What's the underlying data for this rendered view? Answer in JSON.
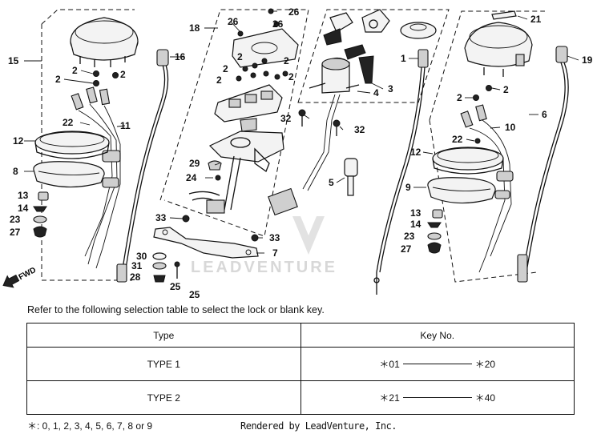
{
  "diagram": {
    "callouts": {
      "c15": "15",
      "c16": "16",
      "c2a": "2",
      "c2b": "2",
      "c2c": "2",
      "c11": "11",
      "c22a": "22",
      "c12a": "12",
      "c8": "8",
      "c13a": "13",
      "c14a": "14",
      "c23a": "23",
      "c27a": "27",
      "c18": "18",
      "c26a": "26",
      "c26b": "26",
      "c26c": "26",
      "c2d": "2",
      "c2e": "2",
      "c2f": "2",
      "c2g": "2",
      "c2h": "2",
      "c32a": "32",
      "c32b": "32",
      "c29": "29",
      "c24": "24",
      "c33a": "33",
      "c33b": "33",
      "c7": "7",
      "c30": "30",
      "c31": "31",
      "c28": "28",
      "c25a": "25",
      "c25b": "25",
      "c4": "4",
      "c3": "3",
      "c1": "1",
      "c5": "5",
      "c21": "21",
      "c19": "19",
      "c6": "6",
      "c2i": "2",
      "c2j": "2",
      "c10": "10",
      "c22b": "22",
      "c12b": "12",
      "c9": "9",
      "c13b": "13",
      "c14b": "14",
      "c23b": "23",
      "c27b": "27"
    },
    "fwd_label": "FWD",
    "watermark": "LEADVENTURE"
  },
  "refer_text": "Refer to the following selection table to select the lock or blank key.",
  "table": {
    "headers": {
      "type": "Type",
      "key": "Key No."
    },
    "rows": [
      {
        "type": "TYPE 1",
        "from": "＊01",
        "to": "＊20"
      },
      {
        "type": "TYPE 2",
        "from": "＊21",
        "to": "＊40"
      }
    ]
  },
  "footnote": "＊: 0, 1, 2, 3, 4, 5, 6, 7, 8 or 9",
  "rendered_by": "Rendered by LeadVenture, Inc."
}
